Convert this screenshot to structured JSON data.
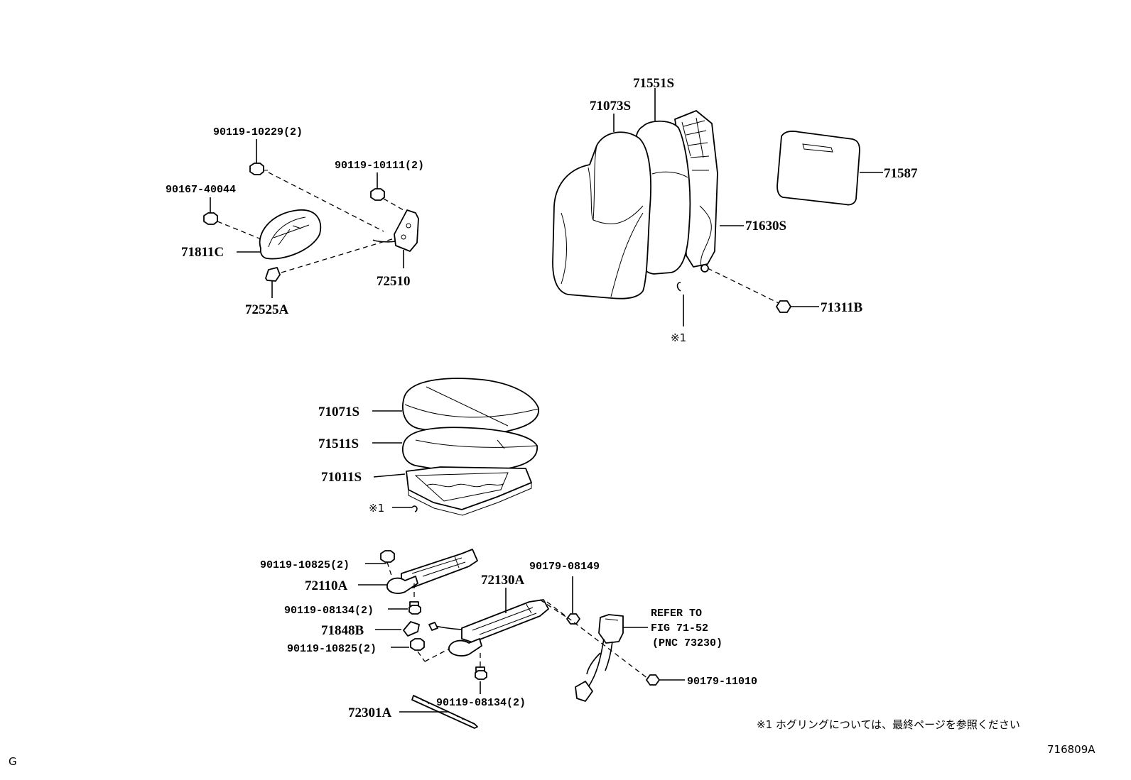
{
  "labels": {
    "p_90119_10229": "90119-10229(2)",
    "p_90119_10111": "90119-10111(2)",
    "p_90167_40044": "90167-40044",
    "p_71811C": "71811C",
    "p_72510": "72510",
    "p_72525A": "72525A",
    "p_71551S": "71551S",
    "p_71073S": "71073S",
    "p_71587": "71587",
    "p_71630S": "71630S",
    "p_71311B": "71311B",
    "p_ref1_back": "※1",
    "p_71071S": "71071S",
    "p_71511S": "71511S",
    "p_71011S": "71011S",
    "p_ref1_cushion": "※1",
    "p_90119_10825_a": "90119-10825(2)",
    "p_72110A": "72110A",
    "p_90119_08134_a": "90119-08134(2)",
    "p_71848B": "71848B",
    "p_90119_10825_b": "90119-10825(2)",
    "p_72130A": "72130A",
    "p_90179_08149": "90179-08149",
    "p_90119_08134_b": "90119-08134(2)",
    "p_72301A": "72301A",
    "p_90179_11010": "90179-11010",
    "refer_line1": "REFER TO",
    "refer_line2": "FIG 71-52",
    "refer_line3": "(PNC 73230)"
  },
  "footnote": "※1  ホグリングについては、最終ページを参照ください",
  "corner_left": "G",
  "corner_right": "716809A"
}
